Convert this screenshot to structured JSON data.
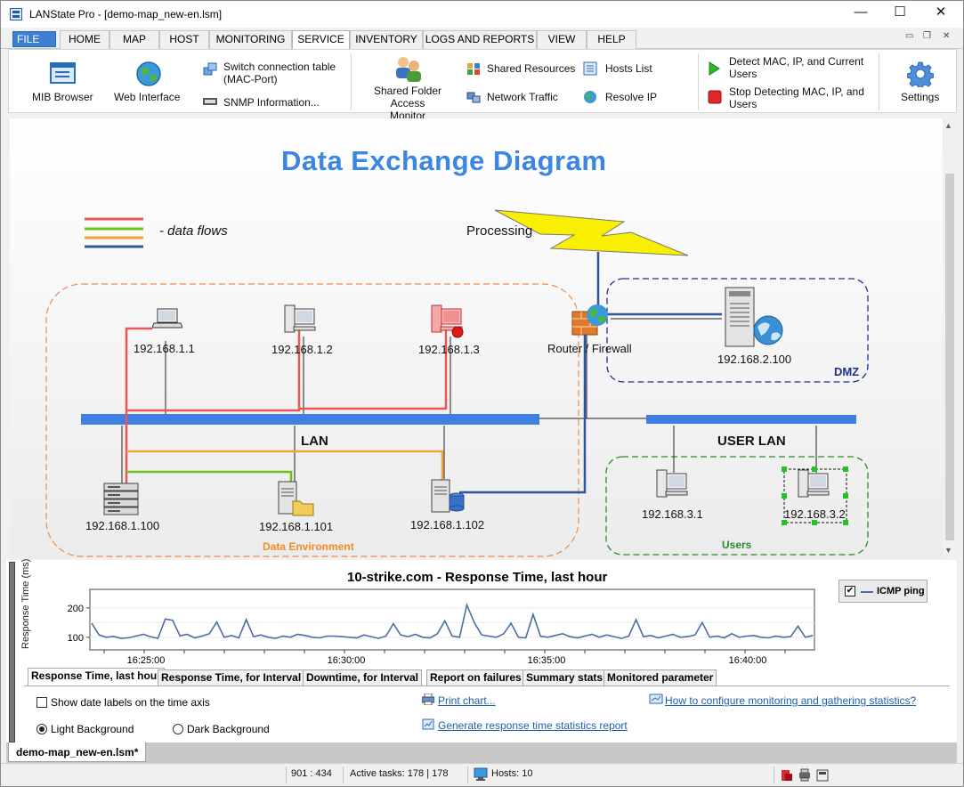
{
  "window": {
    "title": "LANState Pro - [demo-map_new-en.lsm]",
    "minimize": "—",
    "maximize": "☐",
    "close": "✕"
  },
  "menu": {
    "file": "FILE",
    "tabs": [
      "HOME",
      "MAP",
      "HOST",
      "MONITORING",
      "SERVICE",
      "INVENTORY",
      "LOGS AND REPORTS",
      "VIEW",
      "HELP"
    ],
    "active_tab": "SERVICE"
  },
  "ribbon": {
    "mib_browser": "MIB Browser",
    "web_interface": "Web Interface",
    "switch_connection": "Switch connection table",
    "switch_connection_2": "(MAC-Port)",
    "snmp_info": "SNMP Information...",
    "shared_folder_1": "Shared Folder Access",
    "shared_folder_2": "Monitor",
    "shared_resources": "Shared Resources",
    "network_traffic": "Network Traffic",
    "hosts_list": "Hosts List",
    "resolve_ip": "Resolve IP",
    "detect_1": "Detect MAC, IP, and Current",
    "detect_2": "Users",
    "stop_1": "Stop Detecting MAC, IP, and",
    "stop_2": "Users",
    "settings": "Settings"
  },
  "diagram": {
    "title": "Data Exchange Diagram",
    "legend_text": "- data flows",
    "processing": "Processing",
    "router": "Router / Firewall",
    "lan": "LAN",
    "user_lan": "USER LAN",
    "dmz": "DMZ",
    "users_zone": "Users",
    "data_env": "Data Environment",
    "hosts": {
      "h1": "192.168.1.1",
      "h2": "192.168.1.2",
      "h3": "192.168.1.3",
      "s100": "192.168.1.100",
      "s101": "192.168.1.101",
      "s102": "192.168.1.102",
      "dmz": "192.168.2.100",
      "u1": "192.168.3.1",
      "u2": "192.168.3.2"
    },
    "colors": {
      "red": "#e85757",
      "green": "#6cc419",
      "orange": "#f4a235",
      "blue": "#2d55a0",
      "lan_bar": "#3f7fe3"
    }
  },
  "monitor": {
    "title": "10-strike.com - Response Time, last hour",
    "ylabel": "Response Time (ms)",
    "legend_item": "ICMP ping",
    "legend_checked": "✔",
    "tabs": [
      "Response Time, last hour",
      "Response Time, for Interval",
      "Downtime, for Interval",
      "Report on failures",
      "Summary stats",
      "Monitored parameter"
    ],
    "show_date_labels": "Show date labels on the time axis",
    "light_bg": "Light Background",
    "dark_bg": "Dark Background",
    "print_chart": "Print chart...",
    "generate_report": "Generate response time statistics report",
    "how_to": "How to configure monitoring and gathering statistics?"
  },
  "chart_data": {
    "type": "line",
    "title": "10-strike.com - Response Time, last hour",
    "ylabel": "Response Time (ms)",
    "xlabel": "",
    "xticks": [
      "16:25:00",
      "16:30:00",
      "16:35:00",
      "16:40:00"
    ],
    "yticks": [
      100,
      200
    ],
    "ylim": [
      60,
      260
    ],
    "series": [
      {
        "name": "ICMP ping",
        "color": "#4a6fa5",
        "values": [
          148,
          108,
          100,
          103,
          96,
          98,
          104,
          110,
          102,
          96,
          162,
          158,
          105,
          110,
          98,
          104,
          112,
          152,
          100,
          106,
          98,
          160,
          102,
          108,
          100,
          96,
          104,
          100,
          110,
          106,
          100,
          98,
          104,
          104,
          102,
          100,
          98,
          108,
          102,
          96,
          104,
          146,
          108,
          102,
          110,
          100,
          98,
          112,
          156,
          104,
          100,
          210,
          150,
          108,
          104,
          100,
          112,
          148,
          100,
          98,
          178,
          104,
          100,
          106,
          112,
          102,
          98,
          104,
          110,
          100,
          108,
          102,
          96,
          104,
          160,
          102,
          106,
          98,
          104,
          110,
          100,
          102,
          108,
          150,
          100,
          104,
          98,
          112,
          100,
          104,
          106,
          100,
          98,
          104,
          100,
          102,
          138,
          100,
          106
        ]
      }
    ]
  },
  "doc_tab": "demo-map_new-en.lsm*",
  "status": {
    "coords": "901 : 434",
    "active_tasks": "Active tasks: 178 | 178",
    "hosts": "Hosts: 10"
  }
}
